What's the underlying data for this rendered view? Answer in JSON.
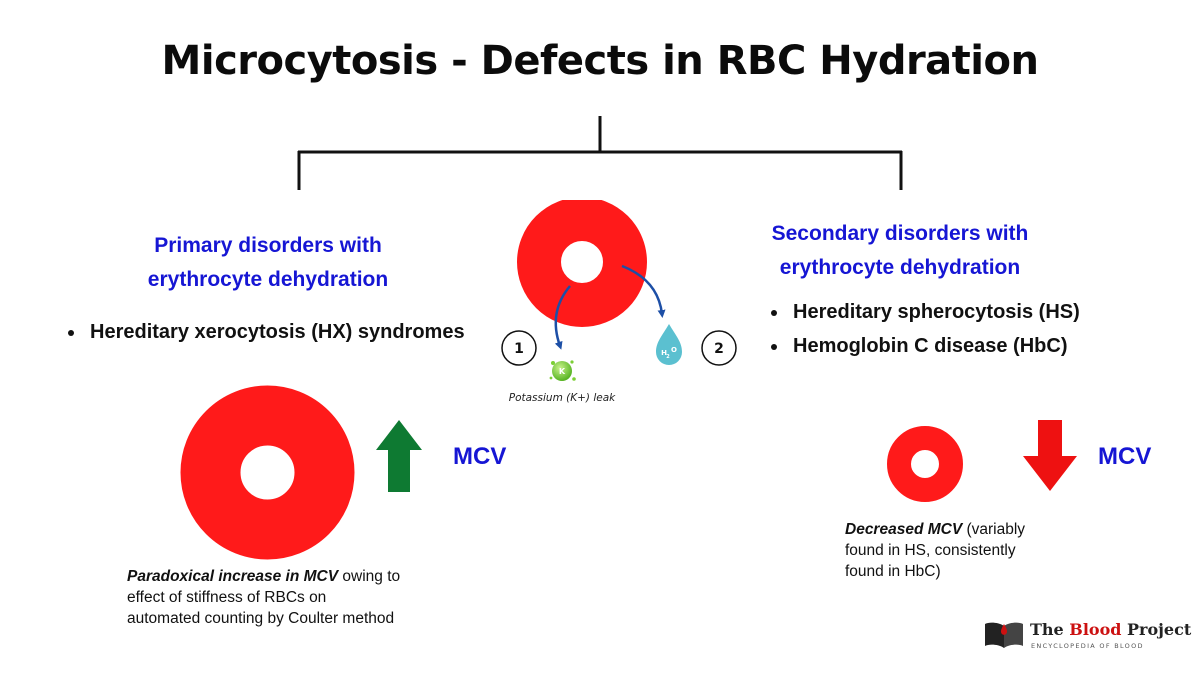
{
  "title": "Microcytosis - Defects in RBC Hydration",
  "left": {
    "heading_line1": "Primary disorders with",
    "heading_line2": "erythrocyte dehydration",
    "bullets": [
      "Hereditary xerocytosis (HX) syndromes"
    ],
    "mcv_label": "MCV",
    "arrow_direction": "up",
    "caption_em": "Paradoxical increase in MCV",
    "caption_line1_rest": " owing to",
    "caption_line2": "effect of stiffness of RBCs on",
    "caption_line3": "automated counting by Coulter method"
  },
  "center": {
    "step1": "1",
    "step2": "2",
    "k_label": "K",
    "water_label_h": "H",
    "water_label_sub": "2",
    "water_label_o": "O",
    "k_caption": "Potassium (K+) leak"
  },
  "right": {
    "heading_line1": "Secondary disorders with",
    "heading_line2": "erythrocyte dehydration",
    "bullets": [
      "Hereditary spherocytosis (HS)",
      "Hemoglobin C disease (HbC)"
    ],
    "mcv_label": "MCV",
    "arrow_direction": "down",
    "caption_em": "Decreased MCV",
    "caption_line1_rest": " (variably",
    "caption_line2": "found in HS, consistently",
    "caption_line3": "found in HbC)"
  },
  "logo": {
    "name_the": "The ",
    "name_blood": "Blood",
    "name_project": " Project",
    "subtitle": "ENCYCLOPEDIA OF BLOOD"
  },
  "colors": {
    "rbc_red": "#ff1a1a",
    "heading_blue": "#1616d4",
    "arrow_green": "#0e7a32",
    "arrow_red": "#ee1111",
    "curve_blue": "#1d4fa6",
    "potassium_green": "#7ccf35",
    "water_teal": "#5bc0d0"
  }
}
